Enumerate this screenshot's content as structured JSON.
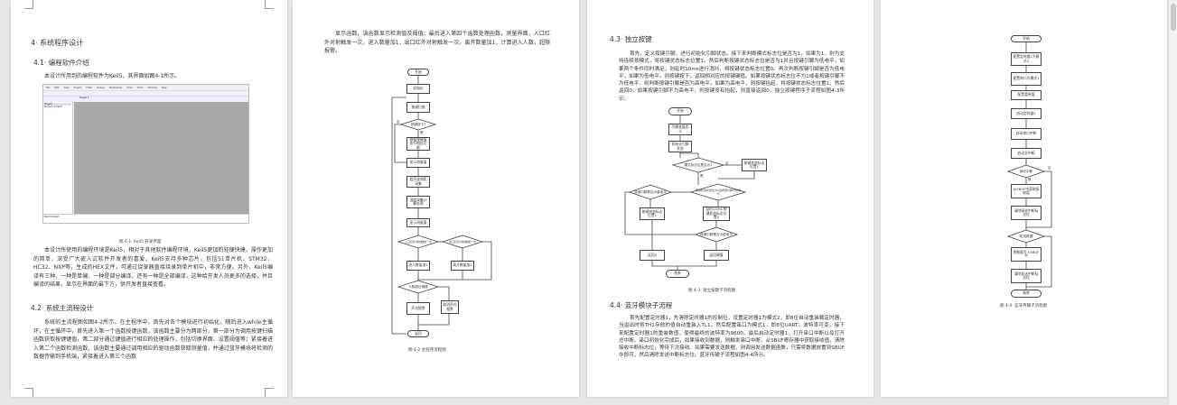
{
  "page1": {
    "h_chapter": "4· 系统程序设计",
    "h_41": "4.1· 编程软件介绍",
    "intro": "本设计所用到的编程软件为Keil5，其界面如图4-1所示。",
    "keil": {
      "menu": [
        "File",
        "Edit",
        "View",
        "Project",
        "Flash",
        "Debug",
        "Peripherals",
        "Tools",
        "SVCS",
        "Window",
        "Help"
      ],
      "target": "Target 1",
      "project_pane": "Project",
      "project_item": "Project: project",
      "build": "Build Output"
    },
    "fig41_caption": "图 4-1· Keil5 开发界面",
    "para1": "本设计所使用的编程环境是Keil5，相对于其他软件编程环境，Keil5更加的轻便快捷，操作更加的简单，深受广大嵌入式软件开发者的喜爱。Keil5支持多种芯片，包括51单片机、STM32、HC32、NXP等，生成的HEX文件，可通过烧录器直接烧录到单片机中，非常方便。另外，Keil5编译有三种，一种是单编，一种是部分编译，还有一种是全部编译，这种给开发人员更多的选择，并且编译的结果，显示在界面的最下方，供开发者直接查看。",
    "h_42": "4.2· 系统主流程设计",
    "para2": "系统的主流程图如图4-2所示。在主程序中，首先对各个模块进行初始化，随后进入while主循环，在主循环中，首先进入第一个函数按键函数，该函数主要分为两部分，第一部分为调用按键扫描函数获取按键键值，第二部分通过键值进行相应的处理操作，包括切换界面、设置阈值等；紧接着进入第二个函数检测函数，该函数主要通过调用相应的驱动函数获取测量值，并通过蓝牙模块将检测的数据传输到手机端，紧接着进入第三个函数"
  },
  "page2": {
    "para": "显示函数，该函数显示检测值及阈值；最后进入第四个函数处理函数，测量界面，入口红外对射触发一次，进入数量加1，出口红外对射触发一次，离开数量加1，计算进入人数，超限报警。",
    "flow": {
      "start": "开始",
      "init": "初始化",
      "scan": "按键扫描",
      "pressed": "按键按下?",
      "handle": "根据按键值执行相应功能",
      "show1": "显示测量值",
      "dist": "超声波测距采集",
      "temp": "温度采集计算处理",
      "show2": "显示测量值",
      "d_in": "入口红外对射触发一次",
      "d_out": "出口红外对射触发一次",
      "inc": "进入数量加1",
      "dec": "离开数量加1",
      "d_over": "人数超过阈值",
      "alarm": "声光报警",
      "cancel": "取消声光报警",
      "end": "返回",
      "yes": "是",
      "no": "否"
    },
    "caption": "图 4-2 主程序流程图"
  },
  "page3": {
    "h_43": "4.3· 独立按键",
    "para1": "首先，定义按键引脚，进行初始化引脚状态。接下来判断模式标志位是否为1，如果为1，则为支持连续按模式，将按键状态标志位置1。然后判断按键状态标志位是否为1并且按键引脚为低电平，如果两个条件同时满足，则延时10ms进行消抖，将按键状态标志位置0。再次判断按键引脚是否为低电平，如果为低电平，则按键按下，返回相对应的按键键值。如果按键状态标志位不为1或者按键引脚不为低电平，则判断按键引脚是否为高电平，如果为高电平，则按键抬起，将按键状态标志位置1，然后返回0。如果按键引脚不为高电平，则按键没有抬起，则直接返回0。独立按键程序子流程如图4-3所示。",
    "flow": {
      "start": "开始",
      "def": "引脚变量定义",
      "init": "初始化引脚状态",
      "d_mode": "模式标志位是否为1",
      "set1": "按键状态标志位置1",
      "d_main": "按键状态标志位为1且按键引脚为低电平",
      "d_high": "按键引脚是否为高电平",
      "set1b": "按键状态标志位置1",
      "delay": "延时10ms 按键状态标志位置0",
      "d_low": "按键引脚是否为低电平",
      "ret0": "返回0",
      "retkey": "返回键值",
      "end": "结束",
      "yes": "是",
      "no": "否"
    },
    "caption": "图 4-3· 独立按键子流程图",
    "h_44": "4.4· 蓝牙模块子流程",
    "para2": "首先配置定时器1，先清除定时器1的控制位，设置定时器1为模式2，即8位自动重装载定时器，当溢出时将TH1存放的值自动重装入TL1。然后配置串口为模式1，即8位UART，波特率可变。接下来配置定时器1的重装数值，使得最终的波特率为9600。最后启动定时器1，打开串口中断以及打开总中断。串口初始化完成后，如果接收到数据，则触发串口中断，从SBUF寄存器中获取接收值，清除接收中断标志位，等待下次接收。如果需要发送数据，则调用发送数据函数，只需将数据放置到SBUF中即可，然后清除发送中断标志位。蓝牙传输子流程如图4-4所示。"
  },
  "page4": {
    "flow": {
      "start": "开始",
      "s1": "配置定时器1为模式2",
      "s2": "配置串口为模式1",
      "s3": "配置重装值",
      "s4": "启动定时器1",
      "s5": "启动串口中断",
      "s6": "启动总中断",
      "d_rx": "接收中断",
      "s7": "从SBUF中获取接收值",
      "s8": "清除接收中断标志位",
      "d_tx": "发送数据",
      "s9": "将数据写入SBUF中",
      "s10": "清除发送中断标志位",
      "end": "结束",
      "yes": "是",
      "no": "否"
    },
    "caption": "图 4-4· 蓝牙传输子流程图"
  }
}
